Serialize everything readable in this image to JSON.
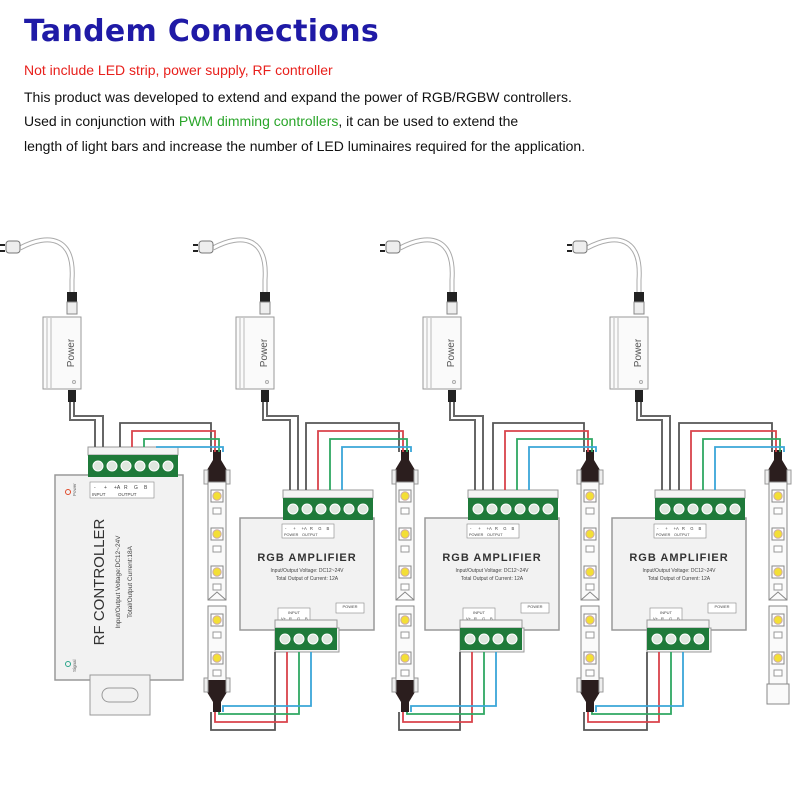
{
  "header": {
    "title": "Tandem Connections",
    "notice": "Not include LED strip, power supply, RF controller",
    "desc_line1": "This product was developed to extend and expand the power of RGB/RGBW controllers.",
    "desc_line2_pre": "Used in conjunction with ",
    "desc_line2_highlight": "PWM dimming controllers",
    "desc_line2_post": ", it can be used to extend the",
    "desc_line3": "length of light bars and increase the number of LED luminaires required for the application."
  },
  "colors": {
    "title": "#1f1aa6",
    "notice": "#e8201c",
    "highlight": "#2aa52a",
    "wire_black": "#555555",
    "wire_red": "#d9434b",
    "wire_green": "#2fa862",
    "wire_blue": "#3aa6d8",
    "terminal": "#1f7a3a"
  },
  "diagram": {
    "power_supplies": [
      {
        "label": "Power"
      },
      {
        "label": "Power"
      },
      {
        "label": "Power"
      },
      {
        "label": "Power"
      }
    ],
    "controller": {
      "name": "RF CONTROLLER",
      "spec1": "Input/Output Voltage:DC12~24V",
      "spec2": "Total/Output Current:18A",
      "power_led": "Power",
      "signal_led": "Signal",
      "terminal_top": [
        "-",
        "+",
        "+A",
        "R",
        "G",
        "B"
      ],
      "terminal_bottom": [
        "INPUT",
        "OUTPUT"
      ]
    },
    "amplifiers": [
      {
        "name": "RGB AMPLIFIER",
        "spec1": "Input/Output  Voltage: DC12~24V",
        "spec2": "Total  Output  of  Current: 12A",
        "input_label": "INPUT",
        "input_pins": [
          "V+",
          "R",
          "G",
          "B"
        ],
        "power_label": "POWER",
        "terminal_top": [
          "-",
          "+",
          "+A",
          "R",
          "G",
          "B"
        ],
        "terminal_bottom": [
          "POWER",
          "OUTPUT"
        ]
      },
      {
        "name": "RGB AMPLIFIER",
        "spec1": "Input/Output  Voltage: DC12~24V",
        "spec2": "Total  Output  of  Current: 12A",
        "input_label": "INPUT",
        "input_pins": [
          "V+",
          "R",
          "G",
          "B"
        ],
        "power_label": "POWER",
        "terminal_top": [
          "-",
          "+",
          "+A",
          "R",
          "G",
          "B"
        ],
        "terminal_bottom": [
          "POWER",
          "OUTPUT"
        ]
      },
      {
        "name": "RGB AMPLIFIER",
        "spec1": "Input/Output  Voltage: DC12~24V",
        "spec2": "Total  Output  of  Current: 12A",
        "input_label": "INPUT",
        "input_pins": [
          "V+",
          "R",
          "G",
          "B"
        ],
        "power_label": "POWER",
        "terminal_top": [
          "-",
          "+",
          "+A",
          "R",
          "G",
          "B"
        ],
        "terminal_bottom": [
          "POWER",
          "OUTPUT"
        ]
      }
    ],
    "led_strips": 4
  }
}
